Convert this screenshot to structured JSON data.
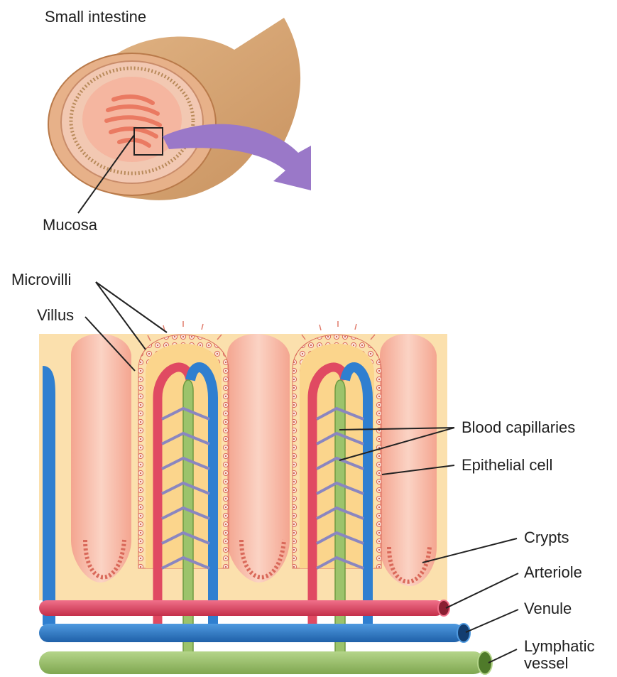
{
  "labels": {
    "small_intestine": "Small intestine",
    "mucosa": "Mucosa",
    "microvilli": "Microvilli",
    "villus": "Villus",
    "blood_capillaries": "Blood capillaries",
    "epithelial_cell": "Epithelial cell",
    "crypts": "Crypts",
    "arteriole": "Arteriole",
    "venule": "Venule",
    "lymphatic_vessel": "Lymphatic vessel"
  },
  "colors": {
    "intestine_tube": "#d9a874",
    "intestine_wall": "#e9b99a",
    "mucosa_folds": "#f08a70",
    "arrow": "#9a78c8",
    "villus_fill": "#f6b3a0",
    "lamina_propria": "#fbd58c",
    "arteriole": "#e04a62",
    "venule": "#2f7fd0",
    "lymphatic": "#9cc36b",
    "capillary": "#8a86c0"
  }
}
